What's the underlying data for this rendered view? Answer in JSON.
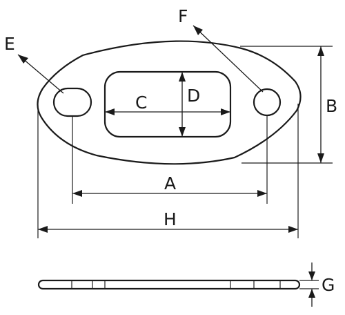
{
  "labels": {
    "A": "A",
    "B": "B",
    "C": "C",
    "D": "D",
    "E": "E",
    "F": "F",
    "G": "G",
    "H": "H"
  },
  "colors": {
    "line": "#1a1a1a",
    "background": "#ffffff"
  }
}
